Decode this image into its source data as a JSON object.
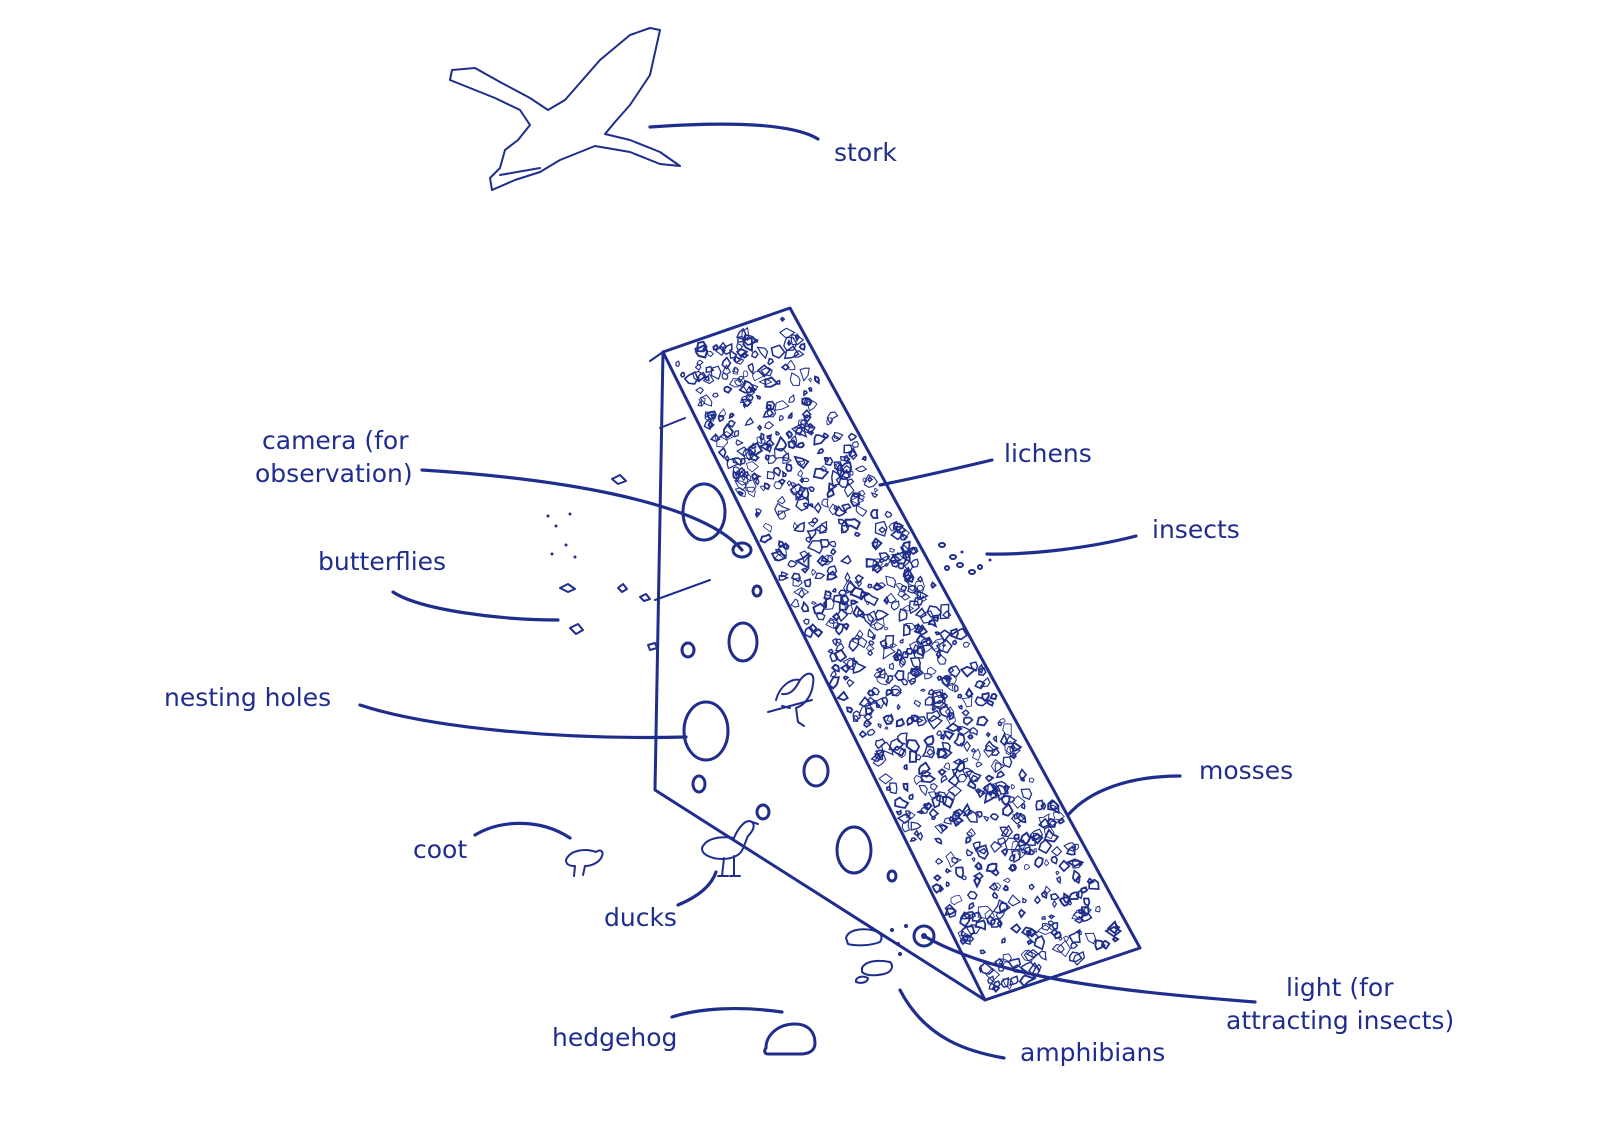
{
  "ink_color": "#1f2d8c",
  "labels": {
    "stork": "stork",
    "lichens": "lichens",
    "camera_line1": "camera (for",
    "camera_line2": "observation)",
    "insects": "insects",
    "butterflies": "butterflies",
    "nesting_holes": "nesting holes",
    "mosses": "mosses",
    "coot": "coot",
    "ducks": "ducks",
    "light_line1": "light (for",
    "light_line2": "attracting insects)",
    "hedgehog": "hedgehog",
    "amphibians": "amphibians"
  },
  "icons": [
    "stork-icon",
    "coot-icon",
    "duck-icon",
    "hedgehog-icon",
    "bird-icon",
    "butterfly-icon",
    "amphibian-icon",
    "camera-icon",
    "light-icon"
  ]
}
